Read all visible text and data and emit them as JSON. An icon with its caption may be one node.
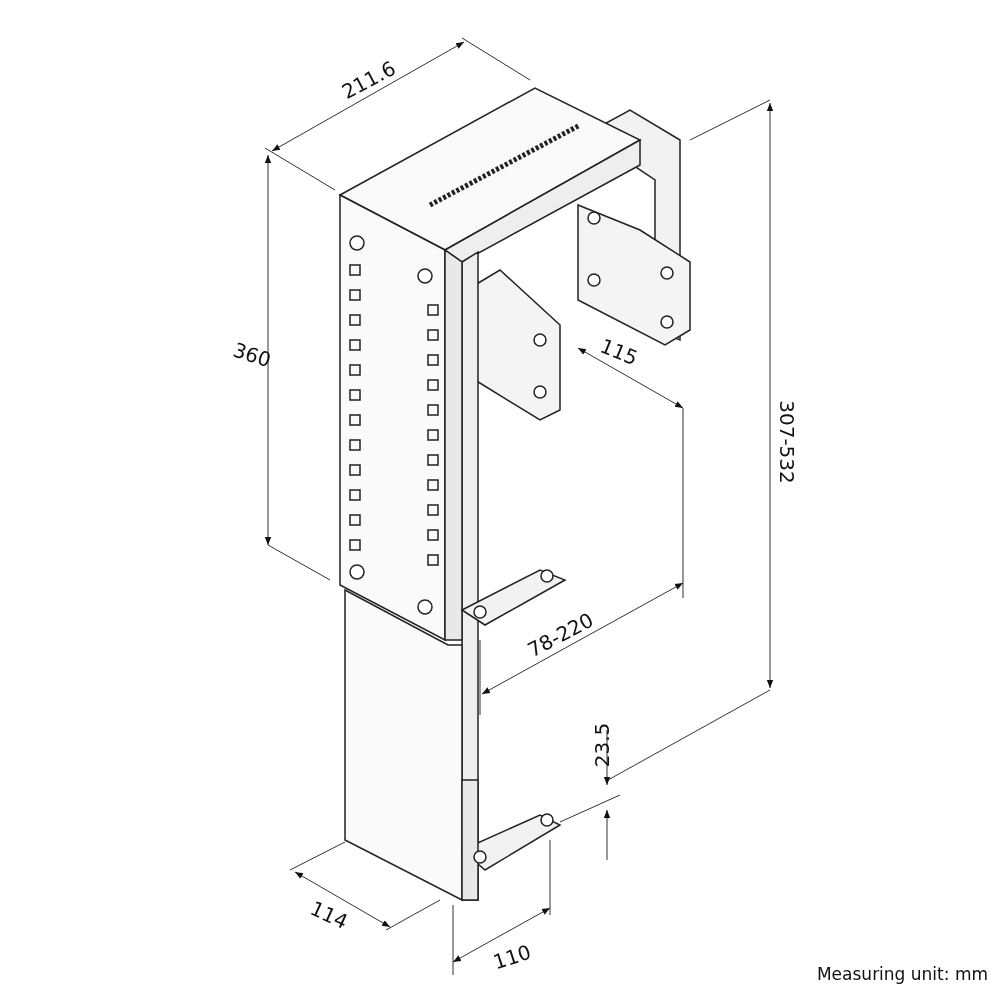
{
  "diagram": {
    "labels": [
      "211.6",
      "360",
      "115",
      "307-532",
      "78-220",
      "23.5",
      "114",
      "110",
      "Measuring unit: mm"
    ]
  }
}
